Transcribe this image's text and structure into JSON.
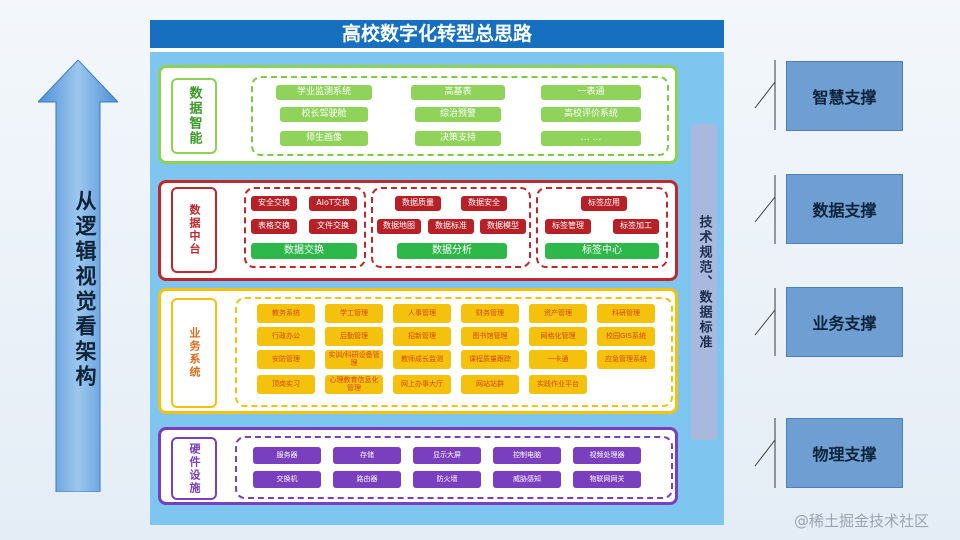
{
  "left_arrow": {
    "label": "从逻辑视觉看架构"
  },
  "title": "高校数字化转型总思路",
  "layers": {
    "intelligence": {
      "label": "数据智能",
      "items": [
        "学业监测系统",
        "校长驾驶舱",
        "师生画像",
        "高基表",
        "综治预警",
        "决策支持",
        "一表通",
        "高校评价系统",
        "… …"
      ]
    },
    "middle_platform": {
      "label": "数据中台",
      "exchange": {
        "items": [
          "安全交换",
          "AIoT交换",
          "表格交换",
          "文件交换"
        ],
        "title": "数据交换"
      },
      "analysis": {
        "items": [
          "数据质量",
          "数据安全",
          "数据地图",
          "数据标准",
          "数据模型"
        ],
        "title": "数据分析"
      },
      "tags": {
        "items": [
          "标签应用",
          "标签管理",
          "标签加工"
        ],
        "title": "标签中心"
      }
    },
    "business": {
      "label": "业务系统",
      "items": [
        "教务系统",
        "学工管理",
        "人事管理",
        "财务管理",
        "资产管理",
        "科研管理",
        "行政办公",
        "后勤管理",
        "招新管理",
        "图书馆管理",
        "网格化管理",
        "校园GIS系统",
        "安防管理",
        "实训/科研设备管理",
        "教师成长监测",
        "课程质量跟踪",
        "一卡通",
        "应急管理系统",
        "顶岗实习",
        "心理教育信息化管理",
        "网上办事大厅",
        "网站站群",
        "实践作业平台"
      ]
    },
    "hardware": {
      "label": "硬件设施",
      "items": [
        "服务器",
        "存储",
        "显示大屏",
        "控制电脑",
        "视频处理器",
        "交换机",
        "路由器",
        "防火墙",
        "威胁感知",
        "物联网网关"
      ]
    }
  },
  "standards_bar": "技术规范、数据标准",
  "supports": [
    "智慧支撑",
    "数据支撑",
    "业务支撑",
    "物理支撑"
  ],
  "watermark": "@稀土掘金技术社区",
  "colors": {
    "title_bar": "#1670bf",
    "panel": "#7ec6ef",
    "intelligence": "#8ed253",
    "middle_platform": "#c0282d",
    "business": "#f4c20d",
    "hardware": "#7a3fbf",
    "support_box": "#6f9ed3"
  }
}
